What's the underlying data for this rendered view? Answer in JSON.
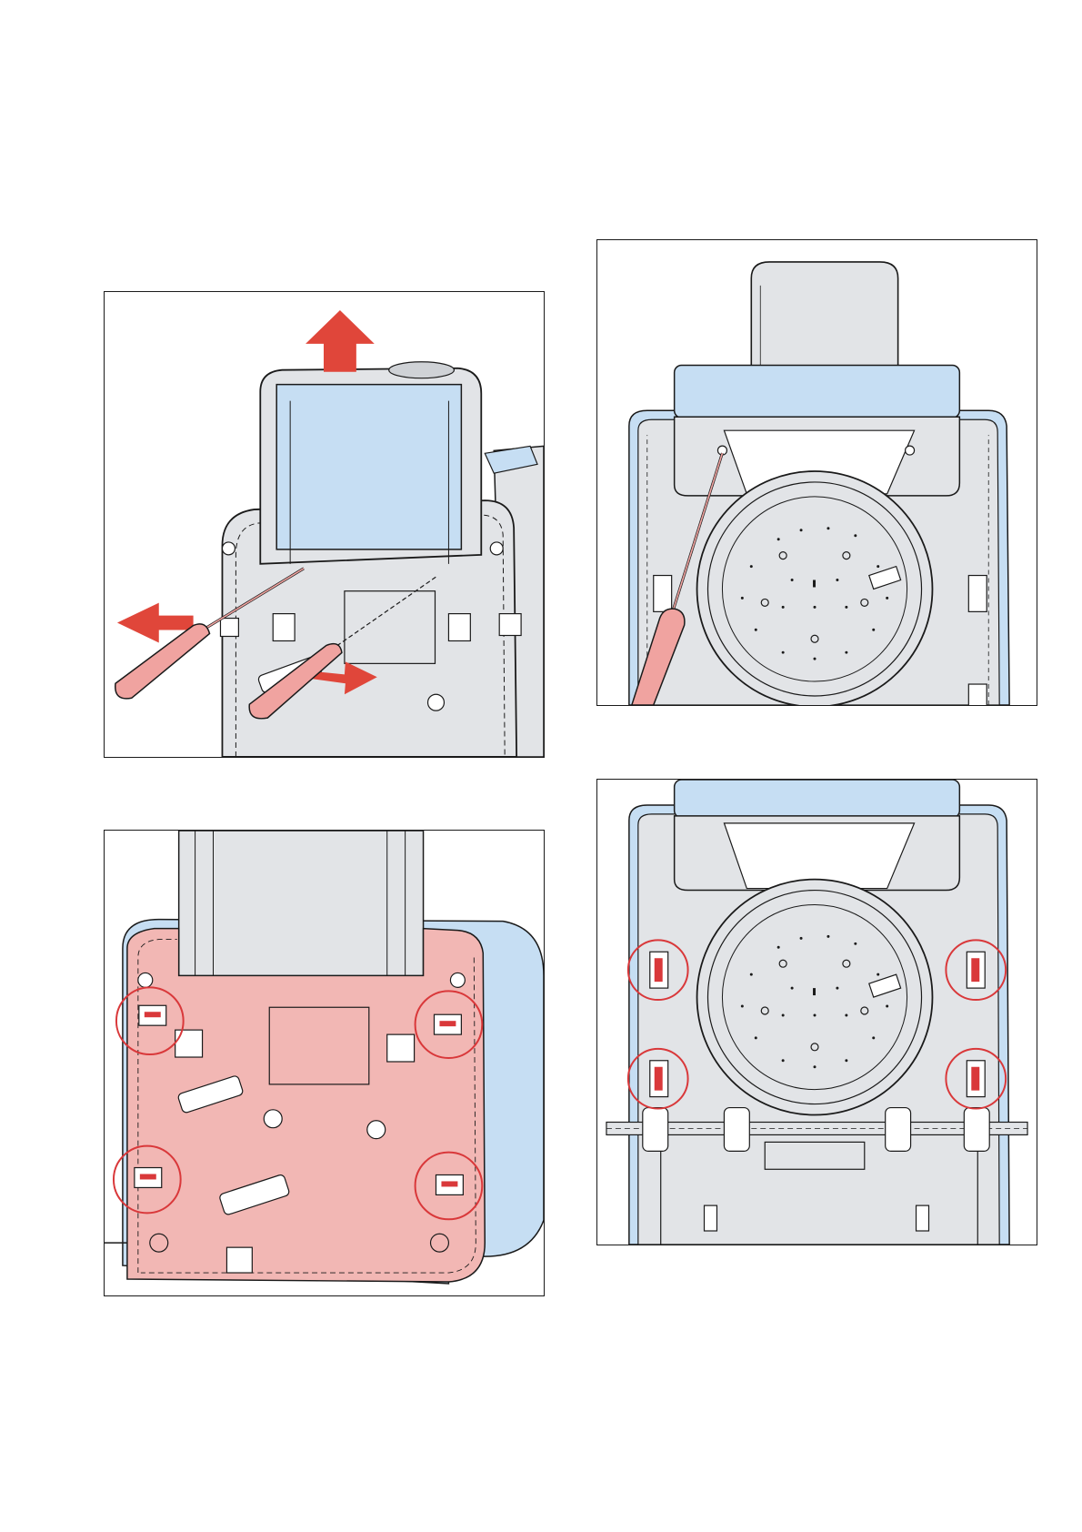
{
  "document": {
    "colors": {
      "outline": "#1a1a1a",
      "housing_gray": "#e2e4e7",
      "housing_dark": "#cfd2d6",
      "blue_part": "#c6def3",
      "red_arrow": "#e0463a",
      "red_mark": "#d9383a",
      "highlight_pink": "#f2b7b4",
      "screwdriver": "#f0a3a0",
      "white": "#ffffff"
    },
    "figures": [
      {
        "id": "fig-1",
        "icons": [
          "arrow-up-icon",
          "arrow-left-icon",
          "arrow-right-icon",
          "screwdriver-icon"
        ]
      },
      {
        "id": "fig-2",
        "icons": [
          "screwdriver-icon",
          "water-tank-icon",
          "sieve-icon"
        ]
      },
      {
        "id": "fig-3",
        "icons": [
          "highlight-circle-icon"
        ],
        "highlight_count": 4
      },
      {
        "id": "fig-4",
        "icons": [
          "highlight-circle-icon"
        ],
        "highlight_count": 4
      }
    ]
  }
}
